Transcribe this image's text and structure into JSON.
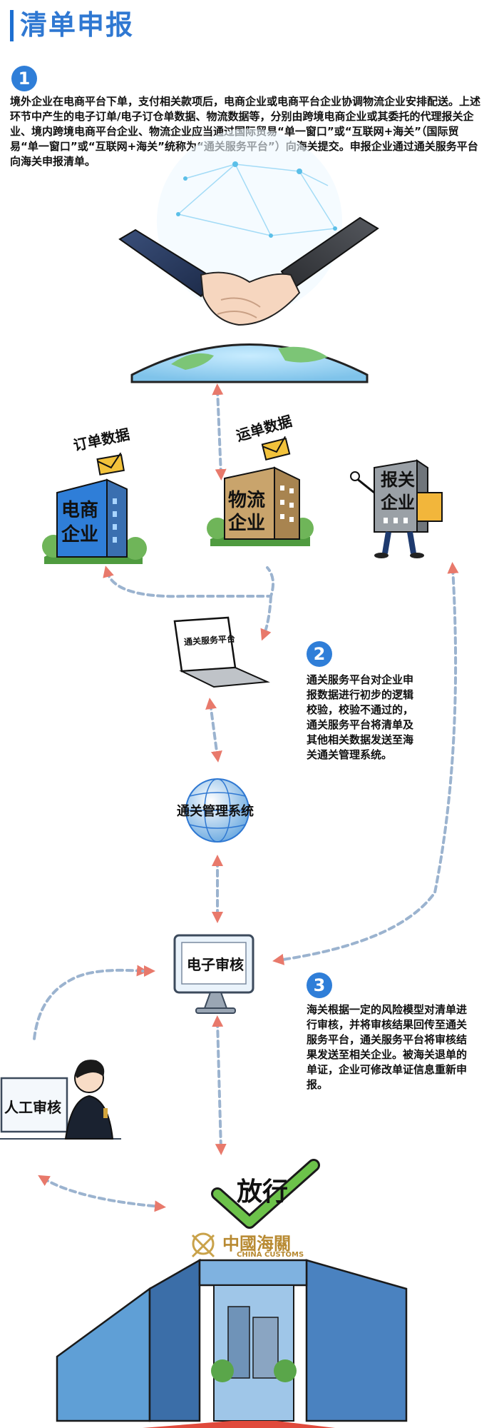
{
  "header": {
    "title": "清单申报"
  },
  "steps": [
    {
      "number": "1",
      "text": "境外企业在电商平台下单，支付相关款项后，电商企业或电商平台企业协调物流企业安排配送。上述环节中产生的电子订单/电子订仓单数据、物流数据等，分别由跨境电商企业或其委托的代理报关企业、境内跨境电商平台企业、物流企业应当通过国际贸易“单一窗口”或“互联网+海关”（国际贸易“单一窗口”或“互联网+海关”统称为“通关服务平台”）向海关提交。申报企业通过通关服务平台向海关申报清单。"
    },
    {
      "number": "2",
      "text": "通关服务平台对企业申报数据进行初步的逻辑校验，校验不通过的，通关服务平台将清单及其他相关数据发送至海关通关管理系统。"
    },
    {
      "number": "3",
      "text": "海关根据一定的风险模型对清单进行审核，并将审核结果回传至通关服务平台，通关服务平台将审核结果发送至相关企业。被海关退单的单证，企业可修改单证信息重新申报。"
    }
  ],
  "nodes": {
    "order_data": "订单数据",
    "waybill_data": "运单数据",
    "ecommerce_line1": "电商",
    "ecommerce_line2": "企业",
    "logistics_line1": "物流",
    "logistics_line2": "企业",
    "broker_line1": "报关",
    "broker_line2": "企业",
    "platform": "通关服务平台",
    "system": "通关管理系统",
    "electronic_review": "电子审核",
    "manual_review": "人工审核",
    "release": "放行",
    "customs_cn": "中國海關",
    "customs_en": "CHINA CUSTOMS"
  },
  "colors": {
    "accent": "#2f78d2",
    "arrow": "#8fa8c8",
    "arrowhead": "#e8796b",
    "check": "#5cb85c"
  }
}
